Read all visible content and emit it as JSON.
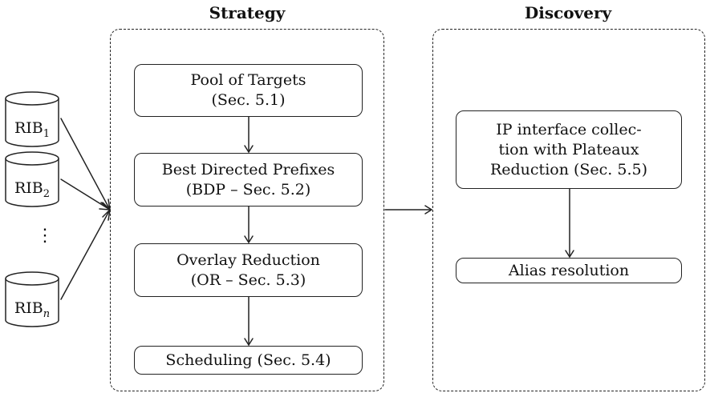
{
  "sections": {
    "strategy": {
      "title": "Strategy"
    },
    "discovery": {
      "title": "Discovery"
    }
  },
  "ribs": [
    {
      "base": "RIB",
      "sub": "1"
    },
    {
      "base": "RIB",
      "sub": "2"
    },
    {
      "base": "RIB",
      "sub": "n"
    }
  ],
  "ellipsis": "⋮",
  "strategy_boxes": {
    "pool": {
      "line1": "Pool of Targets",
      "line2": "(Sec. 5.1)"
    },
    "bdp": {
      "line1": "Best Directed Prefixes",
      "line2": "(BDP – Sec. 5.2)"
    },
    "or": {
      "line1": "Overlay Reduction",
      "line2": "(OR – Sec. 5.3)"
    },
    "scheduling": {
      "line1": "Scheduling (Sec. 5.4)"
    }
  },
  "discovery_boxes": {
    "ip": {
      "line1": "IP interface collec-",
      "line2": "tion with Plateaux",
      "line3": "Reduction (Sec. 5.5)"
    },
    "alias": {
      "line1": "Alias resolution"
    }
  },
  "colors": {
    "stroke": "#222222",
    "background": "#ffffff"
  }
}
